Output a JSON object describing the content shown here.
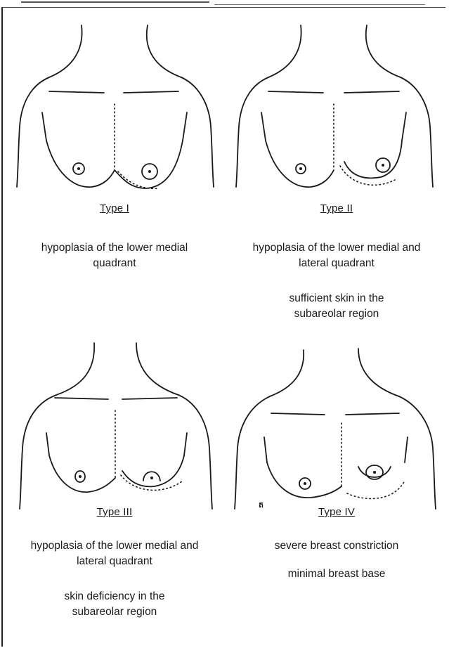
{
  "panels": [
    {
      "label": "Type I",
      "descriptions": [
        "hypoplasia of the lower medial quadrant"
      ]
    },
    {
      "label": "Type II",
      "descriptions": [
        "hypoplasia of the lower medial and lateral quadrant",
        "sufficient skin in the subareolar region"
      ]
    },
    {
      "label": "Type III",
      "descriptions": [
        "hypoplasia of the lower medial and lateral quadrant",
        "skin deficiency in the subareolar region"
      ]
    },
    {
      "label": "Type IV",
      "descriptions": [
        "severe breast constriction",
        "minimal breast base"
      ]
    }
  ],
  "colors": {
    "ink": "#1a1a1a",
    "paper": "#ffffff"
  }
}
